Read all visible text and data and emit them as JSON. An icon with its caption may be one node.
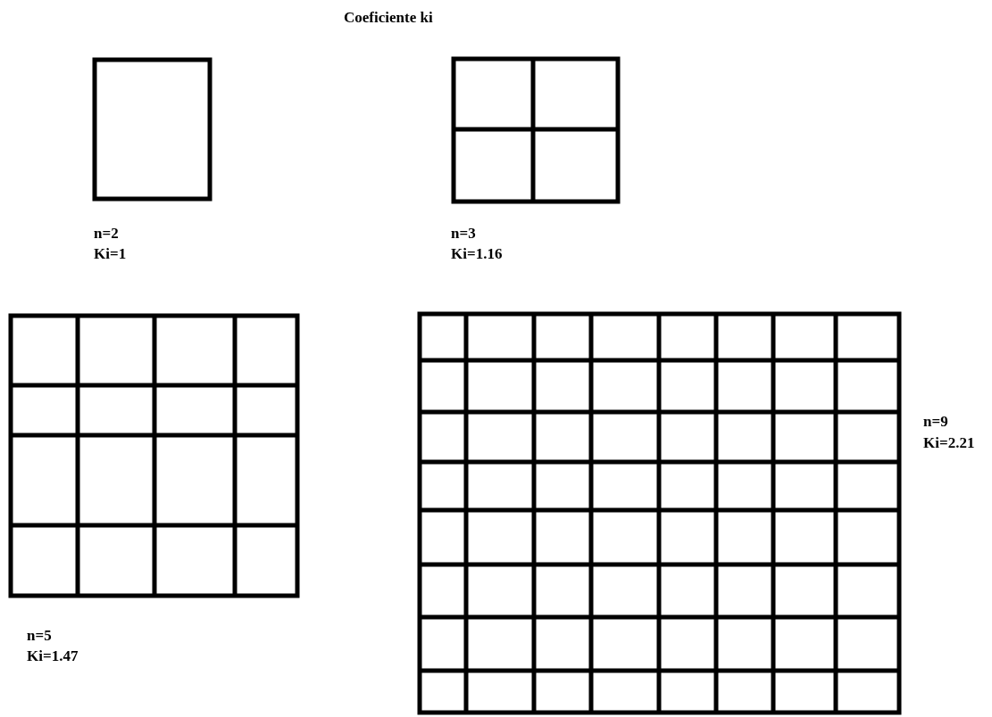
{
  "diagram": {
    "title": "Coeficiente ki",
    "labels": [
      "n=2",
      "Ki=1",
      "n=3",
      "Ki=1.16",
      "n=5",
      "Ki=1.47",
      "n=9",
      "Ki=2.21"
    ]
  }
}
